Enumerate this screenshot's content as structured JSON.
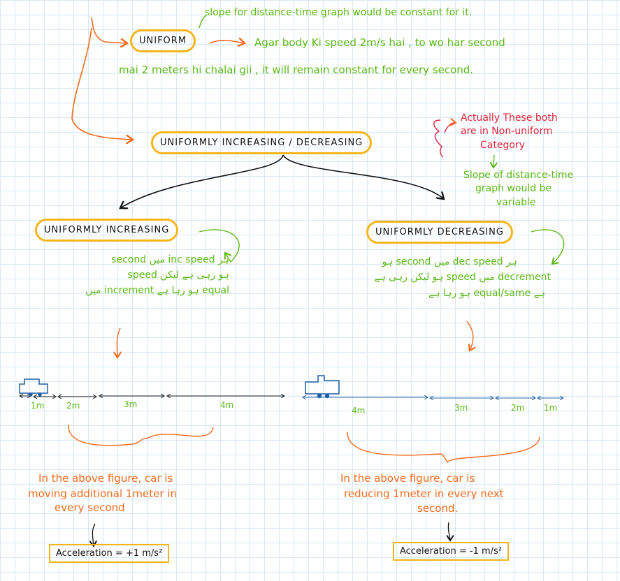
{
  "uniform": {
    "label": "UNIFORM",
    "slope_note": "slope for distance-time graph would be constant for it.",
    "line1": "Agar body Ki speed 2m/s hai , to wo har second",
    "line2": "mai 2 meters hi chalai gii , it will remain constant for every second."
  },
  "uniformly_changing": {
    "label": "UNIFORMLY INCREASING / DECREASING",
    "note_line1": "Actually These both",
    "note_line2": "are in Non-uniform",
    "note_line3": "Category",
    "slope_line1": "Slope of distance-time",
    "slope_line2": "graph would be",
    "slope_line3": "variable"
  },
  "increasing": {
    "label": "UNIFORMLY INCREASING",
    "text_line1": "ہر inc speed میں second",
    "text_line2": "ہو رہی ہے لیکن speed",
    "text_line3": "equal ہو رہا ہے increment میں",
    "segments": [
      "1m",
      "2m",
      "3m",
      "4m"
    ],
    "caption_line1": "In the above figure, car is",
    "caption_line2": "moving additional 1meter in",
    "caption_line3": "every second",
    "acceleration": "Acceleration = +1 m/s²"
  },
  "decreasing": {
    "label": "UNIFORMLY DECREASING",
    "text_line1": "ہر dec speed میں second ہو",
    "text_line2": "decrement میں speed ہو لیکن رہی ہے",
    "text_line3": "ہے equal/same ہو رہا ہے",
    "segments": [
      "4m",
      "3m",
      "2m",
      "1m"
    ],
    "caption_line1": "In the above figure, car is",
    "caption_line2": "reducing 1meter in every next",
    "caption_line3": "second.",
    "acceleration": "Acceleration = -1 m/s²"
  }
}
